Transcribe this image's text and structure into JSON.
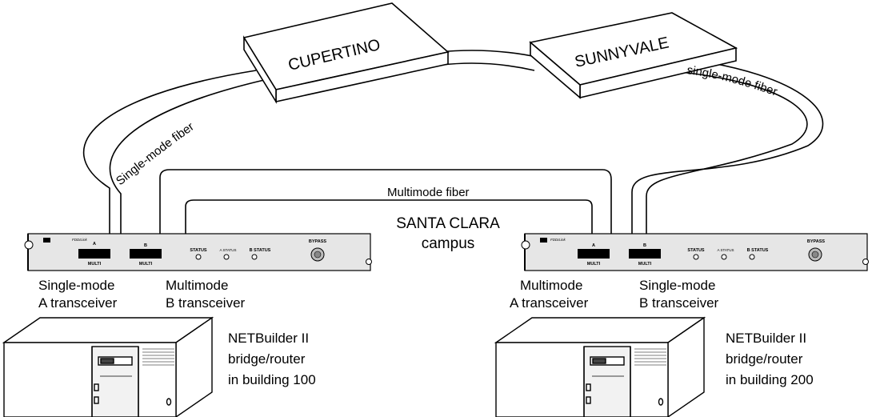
{
  "sites": {
    "cupertino": "CUPERTINO",
    "sunnyvale": "SUNNYVALE",
    "campus_line1": "SANTA CLARA",
    "campus_line2": "campus"
  },
  "fibers": {
    "left_single_mode": "Single-mode fiber",
    "right_single_mode": "single-mode fiber",
    "multimode": "Multimode fiber"
  },
  "panel": {
    "brand": "FDDILink",
    "port_a": "A",
    "port_b": "B",
    "port_type": "MULTI",
    "status": "STATUS",
    "a_status": "A STATUS",
    "b_status": "B STATUS",
    "bypass": "BYPASS"
  },
  "left": {
    "transceiver_a": [
      "Single-mode",
      "A transceiver"
    ],
    "transceiver_b": [
      "Multimode",
      "B transceiver"
    ],
    "router": [
      "NETBuilder II",
      "bridge/router",
      "in building 100"
    ]
  },
  "right": {
    "transceiver_a": [
      "Multimode",
      "A transceiver"
    ],
    "transceiver_b": [
      "Single-mode",
      "B transceiver"
    ],
    "router": [
      "NETBuilder II",
      "bridge/router",
      "in building 200"
    ]
  }
}
